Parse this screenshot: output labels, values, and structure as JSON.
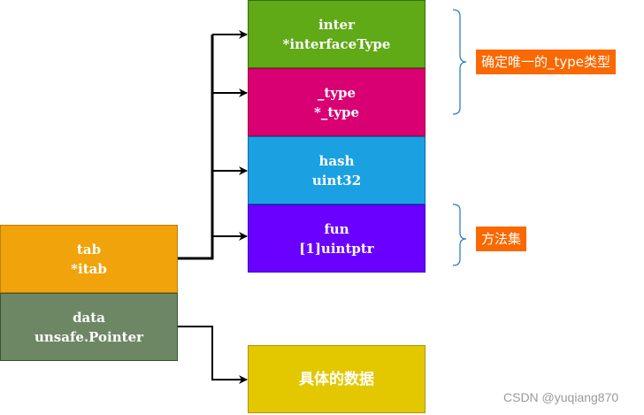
{
  "iface": {
    "tab": {
      "name": "tab",
      "type": "*itab",
      "color": "#f0a30a"
    },
    "data": {
      "name": "data",
      "type": "unsafe.Pointer",
      "color": "#6d8764"
    }
  },
  "itab": {
    "fields": [
      {
        "name": "inter",
        "type": "*interfaceType",
        "color": "#60a917"
      },
      {
        "name": "_type",
        "type": "*_type",
        "color": "#d80073"
      },
      {
        "name": "hash",
        "type": "uint32",
        "color": "#1ba1e2"
      },
      {
        "name": "fun",
        "type": "[1]uintptr",
        "color": "#6a00ff"
      }
    ]
  },
  "concrete_data": {
    "label": "具体的数据",
    "color": "#e3c800"
  },
  "annotations": {
    "type_label": "确定唯一的_type类型",
    "methods_label": "方法集",
    "color": "#fa6800",
    "brace_color": "#2f7fc1"
  },
  "watermark": "CSDN @yuqiang870"
}
